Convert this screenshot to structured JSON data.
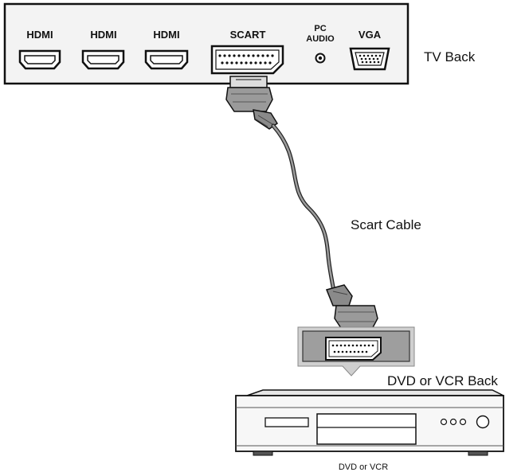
{
  "tv_panel": {
    "ports": {
      "hdmi1": "HDMI",
      "hdmi2": "HDMI",
      "hdmi3": "HDMI",
      "scart": "SCART",
      "pc_audio_line1": "PC",
      "pc_audio_line2": "AUDIO",
      "vga": "VGA"
    },
    "caption": "TV Back"
  },
  "cable_label": "Scart Cable",
  "dvd_back_label": "DVD or VCR Back",
  "device_label": "DVD or VCR"
}
